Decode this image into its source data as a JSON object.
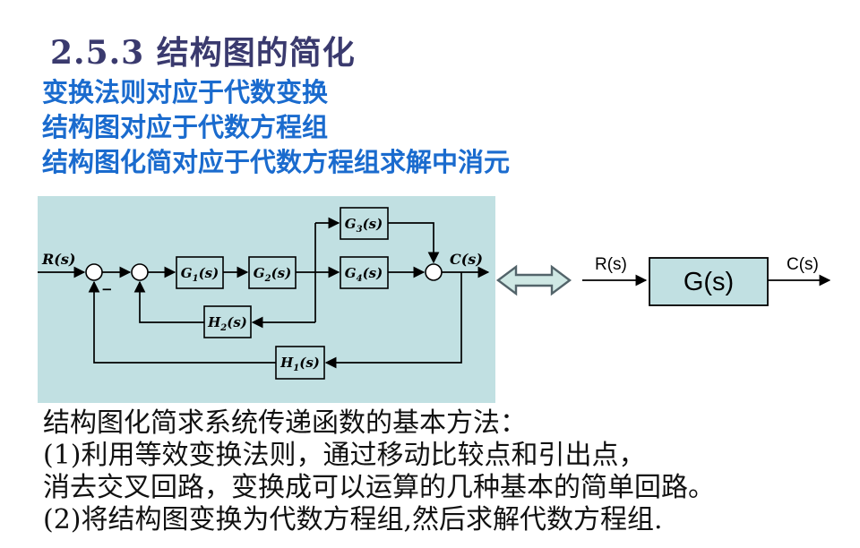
{
  "slide": {
    "title": "2.5.3   结构图的简化",
    "intro_lines": [
      "变换法则对应于代数变换",
      "结构图对应于代数方程组",
      "结构图化简对应于代数方程组求解中消元"
    ],
    "notes_lines": [
      "结构图化简求系统传递函数的基本方法：",
      "(1)利用等效变换法则，通过移动比较点和引出点，",
      "消去交叉回路，变换成可以运算的几种基本的简单回路。",
      "(2)将结构图变换为代数方程组,然后求解代数方程组."
    ]
  },
  "diagram": {
    "input_label": "R(s)",
    "output_label": "C(s)",
    "minus_sign": "−",
    "blocks": {
      "g1": {
        "base": "G",
        "sub": "1",
        "arg": "(s)"
      },
      "g2": {
        "base": "G",
        "sub": "2",
        "arg": "(s)"
      },
      "g3": {
        "base": "G",
        "sub": "3",
        "arg": "(s)"
      },
      "g4": {
        "base": "G",
        "sub": "4",
        "arg": "(s)"
      },
      "h1": {
        "base": "H",
        "sub": "1",
        "arg": "(s)"
      },
      "h2": {
        "base": "H",
        "sub": "2",
        "arg": "(s)"
      }
    }
  },
  "simplified": {
    "equivalence_icon": "double-headed-arrow",
    "input_label": "R(s)",
    "block_label": "G(s)",
    "output_label": "C(s)"
  },
  "colors": {
    "title": "#3a3a6e",
    "accent": "#1a6bce",
    "ink": "#111111",
    "teal": "#c1e0e2",
    "arrow-fill": "#cfe8e4",
    "arrow-stroke": "#53646a"
  }
}
